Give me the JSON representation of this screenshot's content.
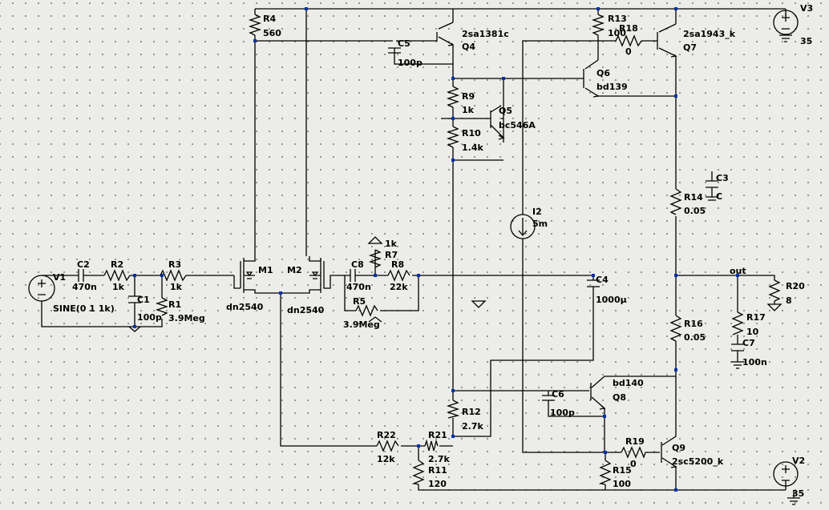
{
  "schematic": {
    "net_out": "out",
    "components": {
      "R4": {
        "ref": "R4",
        "val": "560"
      },
      "C5": {
        "ref": "C5",
        "val": "100p"
      },
      "Q4": {
        "ref": "Q4",
        "val": "2sa1381c"
      },
      "R13": {
        "ref": "R13",
        "val": "100"
      },
      "R18": {
        "ref": "R18",
        "val": "0"
      },
      "Q7": {
        "ref": "Q7",
        "val": "2sa1943_k"
      },
      "V3": {
        "ref": "V3",
        "val": "35"
      },
      "Q6": {
        "ref": "Q6",
        "val": "bd139"
      },
      "R9": {
        "ref": "R9",
        "val": "1k"
      },
      "Q5": {
        "ref": "Q5",
        "val": "bc546A"
      },
      "R10": {
        "ref": "R10",
        "val": "1.4k"
      },
      "C3": {
        "ref": "C3",
        "val": "C"
      },
      "R14": {
        "ref": "R14",
        "val": "0.05"
      },
      "I2": {
        "ref": "I2",
        "val": "5m"
      },
      "R7": {
        "ref": "R7",
        "val": "1k"
      },
      "V1": {
        "ref": "V1",
        "val": "SINE(0 1 1k)"
      },
      "C2": {
        "ref": "C2",
        "val": "470n"
      },
      "R2": {
        "ref": "R2",
        "val": "1k"
      },
      "R3": {
        "ref": "R3",
        "val": "1k"
      },
      "C1": {
        "ref": "C1",
        "val": "100p"
      },
      "R1": {
        "ref": "R1",
        "val": "3.9Meg"
      },
      "M1": {
        "ref": "M1",
        "val": "dn2540"
      },
      "M2": {
        "ref": "M2",
        "val": "dn2540"
      },
      "C8": {
        "ref": "C8",
        "val": "470n"
      },
      "R8": {
        "ref": "R8",
        "val": "22k"
      },
      "R5": {
        "ref": "R5",
        "val": "3.9Meg"
      },
      "C4": {
        "ref": "C4",
        "val": "1000µ"
      },
      "R20": {
        "ref": "R20",
        "val": "8"
      },
      "R17": {
        "ref": "R17",
        "val": "10"
      },
      "C7": {
        "ref": "C7",
        "val": "100n"
      },
      "R16": {
        "ref": "R16",
        "val": "0.05"
      },
      "Q8": {
        "ref": "Q8",
        "val": "bd140"
      },
      "C6": {
        "ref": "C6",
        "val": "100p"
      },
      "R12": {
        "ref": "R12",
        "val": "2.7k"
      },
      "R22": {
        "ref": "R22",
        "val": "12k"
      },
      "R21": {
        "ref": "R21",
        "val": "2.7k"
      },
      "R11": {
        "ref": "R11",
        "val": "120"
      },
      "R19": {
        "ref": "R19",
        "val": "0"
      },
      "Q9": {
        "ref": "Q9",
        "val": "2sc5200_k"
      },
      "R15": {
        "ref": "R15",
        "val": "100"
      },
      "V2": {
        "ref": "V2",
        "val": "35"
      }
    }
  }
}
